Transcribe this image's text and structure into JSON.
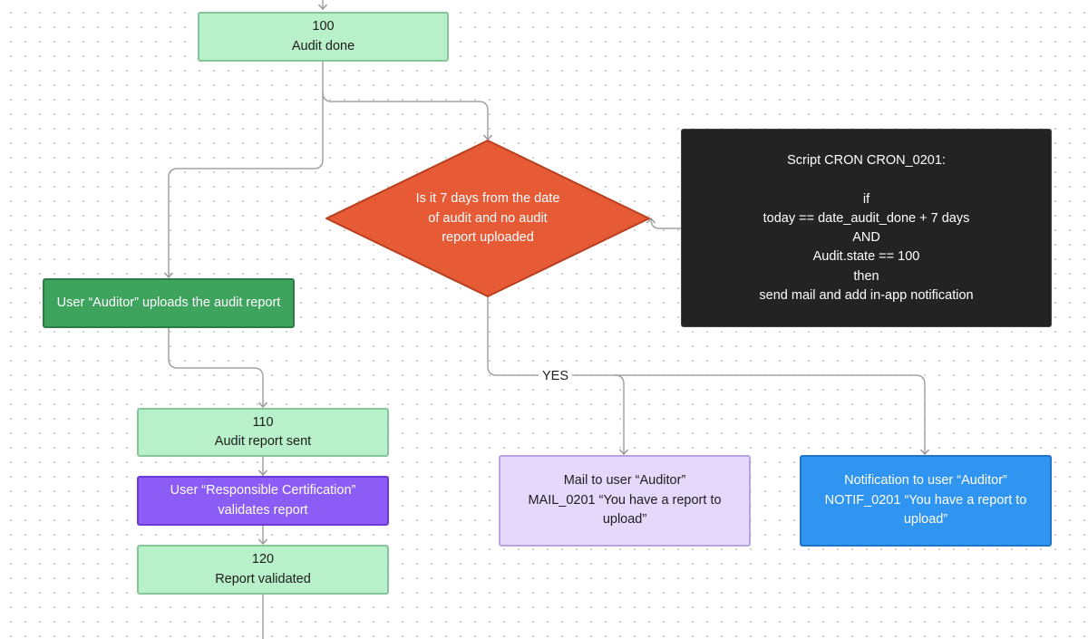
{
  "nodes": {
    "audit_done": {
      "code": "100",
      "label": "Audit done"
    },
    "auditor_uploads": {
      "label": "User “Auditor” uploads the audit report"
    },
    "report_sent": {
      "code": "110",
      "label": "Audit report sent"
    },
    "validates": {
      "line1": "User “Responsible Certification”",
      "line2": "validates report"
    },
    "report_validated": {
      "code": "120",
      "label": "Report validated"
    },
    "decision": {
      "line1": "Is it 7 days from the date",
      "line2": "of audit and no audit",
      "line3": "report uploaded"
    },
    "mail": {
      "line1": "Mail to user “Auditor”",
      "line2": "MAIL_0201 “You have a report to",
      "line3": "upload”"
    },
    "notif": {
      "line1": "Notification to user “Auditor”",
      "line2": "NOTIF_0201 “You have a report to",
      "line3": "upload”"
    }
  },
  "script": {
    "lines": [
      "Script CRON CRON_0201:",
      "",
      "if",
      "today == date_audit_done + 7 days",
      "AND",
      "Audit.state == 100",
      "then",
      "send mail and add in-app notification"
    ]
  },
  "edges": {
    "yes_label": "YES"
  },
  "colors": {
    "state_fill": "#b8f0c9",
    "action_fill": "#3da35d",
    "validation_fill": "#8b5cf6",
    "decision_fill": "#e65a36",
    "script_fill": "#232323",
    "mail_fill": "#e4d8fb",
    "notif_fill": "#2f95f0",
    "connector": "#a3a3a3"
  }
}
